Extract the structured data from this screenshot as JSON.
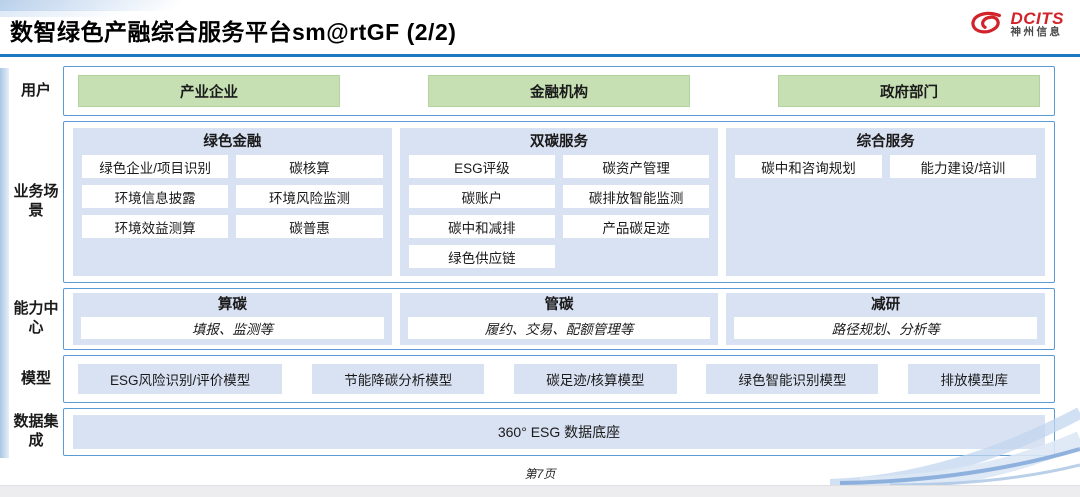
{
  "header": {
    "title": "数智绿色产融综合服务平台sm@rtGF (2/2)",
    "logo": {
      "brand": "DCITS",
      "company": "神州信息"
    }
  },
  "rows": {
    "users": {
      "label": "用户",
      "items": [
        "产业企业",
        "金融机构",
        "政府部门"
      ]
    },
    "scenarios": {
      "label": "业务场景",
      "columns": [
        {
          "title": "绿色金融",
          "items": [
            "绿色企业/项目识别",
            "碳核算",
            "环境信息披露",
            "环境风险监测",
            "环境效益测算",
            "碳普惠"
          ]
        },
        {
          "title": "双碳服务",
          "items": [
            "ESG评级",
            "碳资产管理",
            "碳账户",
            "碳排放智能监测",
            "碳中和减排",
            "产品碳足迹",
            "绿色供应链"
          ]
        },
        {
          "title": "综合服务",
          "items": [
            "碳中和咨询规划",
            "能力建设/培训"
          ]
        }
      ]
    },
    "capabilities": {
      "label": "能力中心",
      "columns": [
        {
          "title": "算碳",
          "desc": "填报、监测等"
        },
        {
          "title": "管碳",
          "desc": "履约、交易、配额管理等"
        },
        {
          "title": "减研",
          "desc": "路径规划、分析等"
        }
      ]
    },
    "models": {
      "label": "模型",
      "items": [
        "ESG风险识别/评价模型",
        "节能降碳分析模型",
        "碳足迹/核算模型",
        "绿色智能识别模型",
        "排放模型库"
      ]
    },
    "data_integration": {
      "label": "数据集成",
      "items": [
        "360° ESG 数据底座"
      ]
    }
  },
  "footer": {
    "page": "第7页"
  },
  "colors": {
    "box_border": "#5b9bd5",
    "panel_fill": "#d9e2f3",
    "user_button_fill": "#c6e0b4",
    "title_rule": "#1d79c2",
    "logo_red": "#d2232a"
  }
}
